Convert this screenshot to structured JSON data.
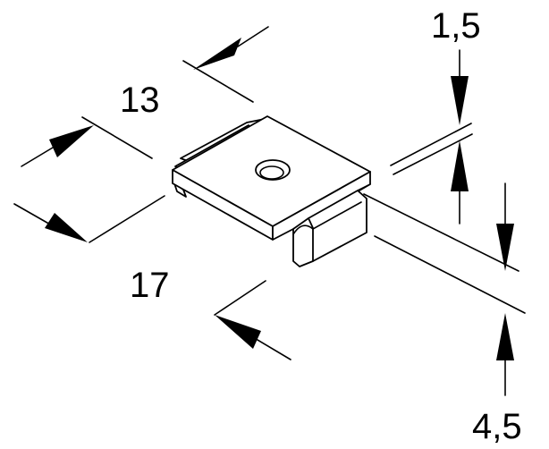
{
  "dimensions": {
    "width_13": "13",
    "length_17": "17",
    "thickness_top": "1,5",
    "height_bottom": "4,5"
  },
  "colors": {
    "line": "#000000",
    "part_fill": "#ffffff",
    "background": "#ffffff"
  }
}
